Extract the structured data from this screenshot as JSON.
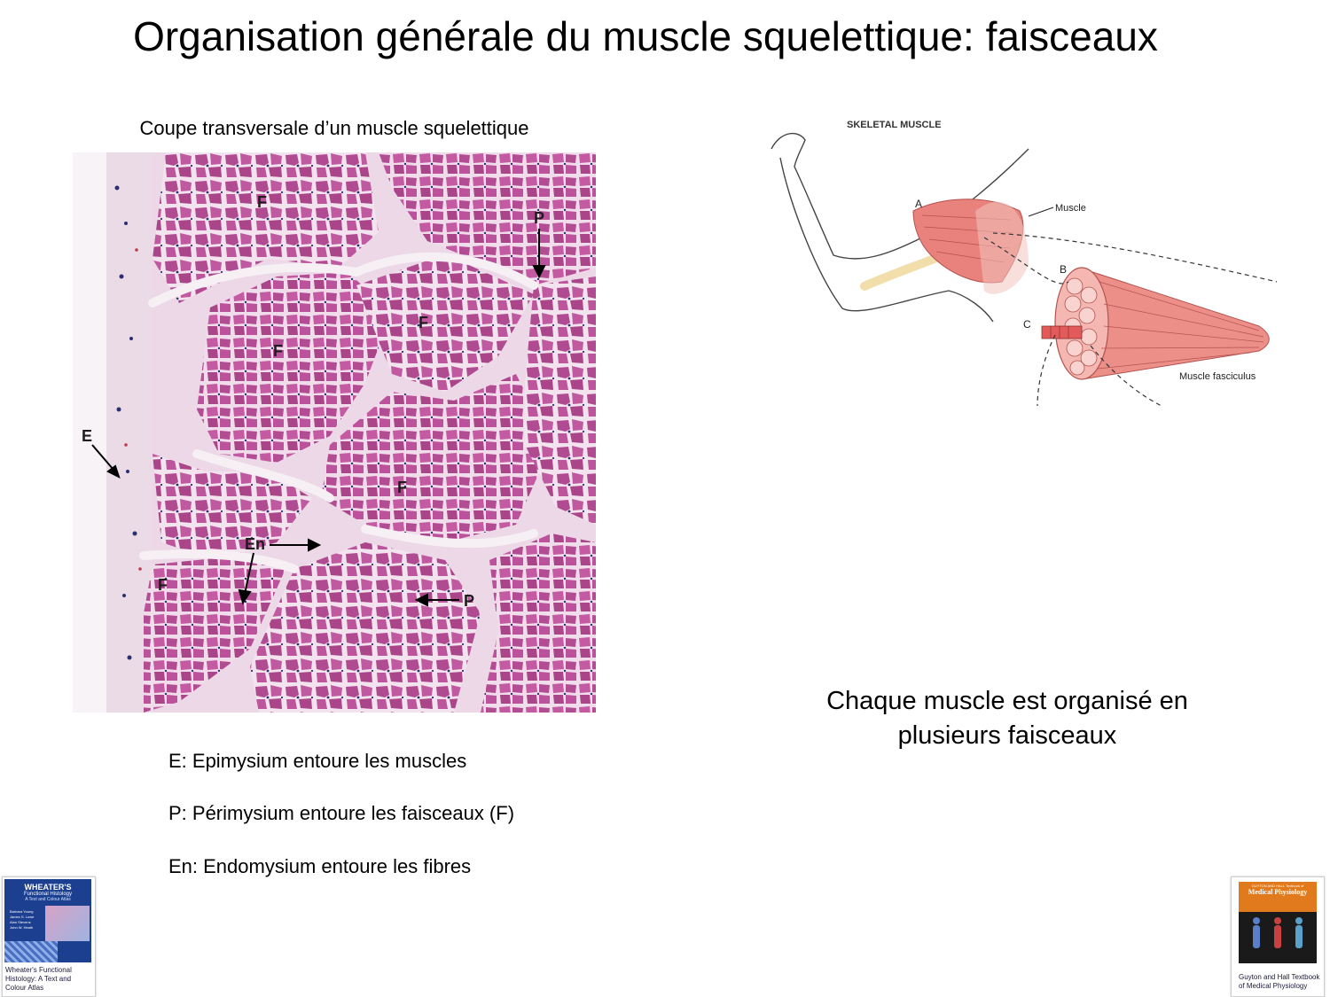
{
  "slide": {
    "title": "Organisation générale du muscle squelettique: faisceaux"
  },
  "micrograph": {
    "caption": "Coupe transversale d’un muscle squelettique",
    "labels": {
      "F": "F",
      "P": "P",
      "E": "E",
      "En": "En"
    }
  },
  "diagram": {
    "heading": "SKELETAL MUSCLE",
    "label_a": "A",
    "label_b": "B",
    "label_c": "C",
    "muscle_label": "Muscle",
    "fasciculus_label": "Muscle fasciculus"
  },
  "summary": {
    "line1": "Chaque muscle est organisé en",
    "line2": "plusieurs faisceaux"
  },
  "legend": {
    "epimysium": "E: Epimysium entoure les muscles",
    "perimysium": "P: Périmysium entoure les faisceaux (F)",
    "endomysium": "En: Endomysium entoure les fibres"
  },
  "book_left": {
    "cover_title": "WHEATER'S",
    "cover_subtitle": "Functional Histology",
    "cover_tagline": "A Text and Colour Atlas",
    "authors": [
      "Barbara Young",
      "James S. Lowe",
      "Alan Stevens",
      "John W. Heath"
    ],
    "caption_lines": [
      "Wheater's Functional",
      "Histology: A Text and",
      "Colour Atlas"
    ]
  },
  "book_right": {
    "cover_top": "GUYTON AND HALL Textbook of",
    "cover_title": "Medical Physiology",
    "caption_lines": [
      "Guyton and Hall Textbook",
      "of Medical Physiology"
    ]
  },
  "colors": {
    "fiber_fill": "#b04b91",
    "fiber_fill_alt": "#c45aa2",
    "connective_tissue": "#efe0ec",
    "nucleus": "#2a2f6e",
    "muscle_pink": "#e9817c",
    "wheater_blue": "#1c3f8f",
    "guyton_orange": "#e07a1c"
  }
}
